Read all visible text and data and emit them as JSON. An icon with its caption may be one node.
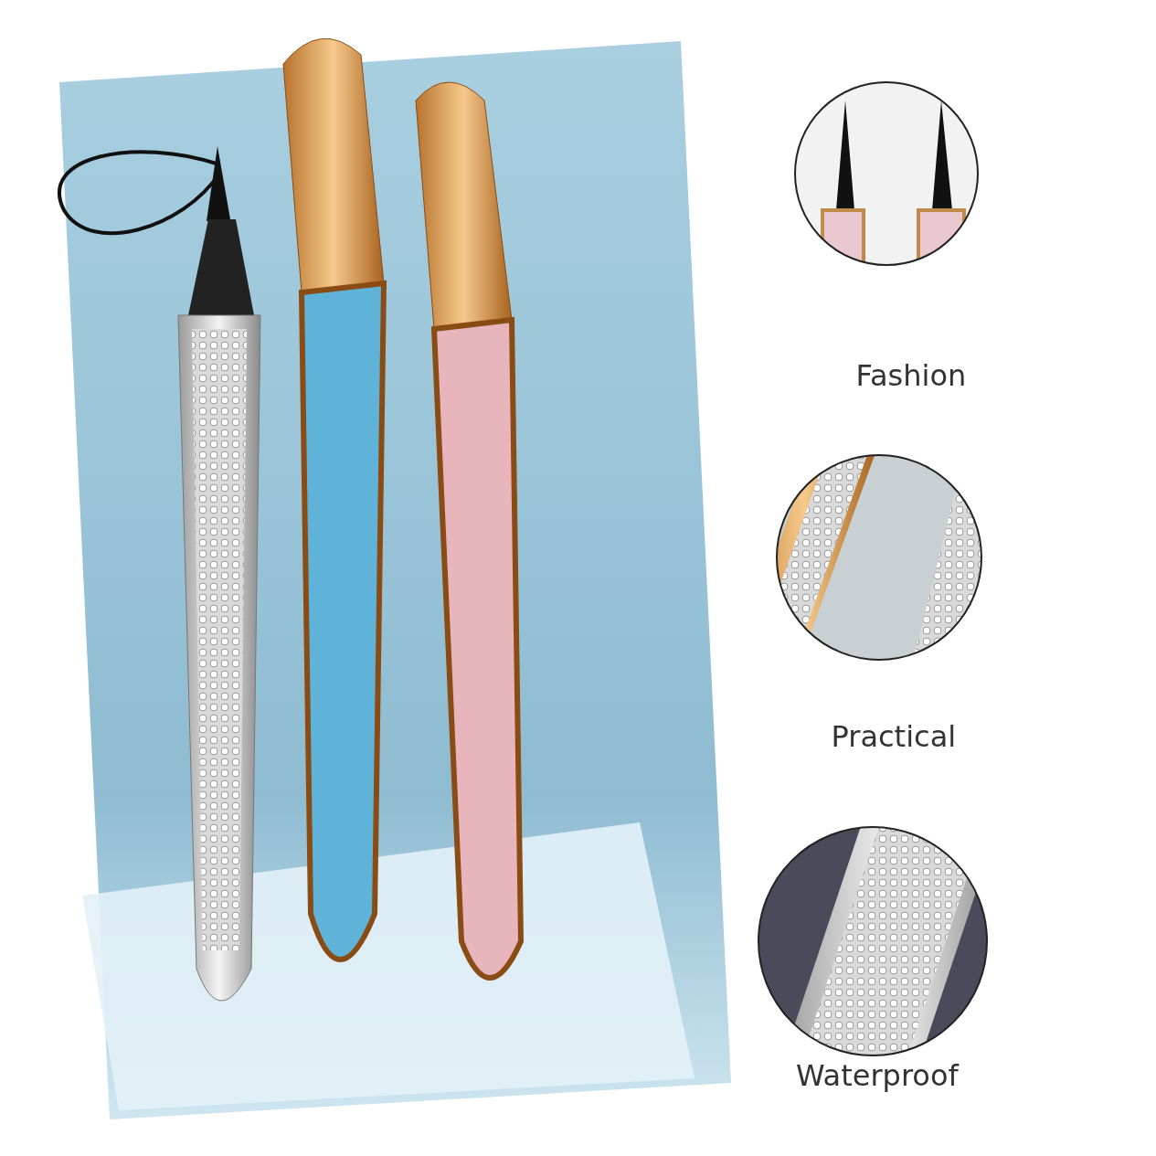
{
  "diagram": {
    "labels": [
      "Fashion",
      "Practical",
      "Waterproof"
    ]
  }
}
